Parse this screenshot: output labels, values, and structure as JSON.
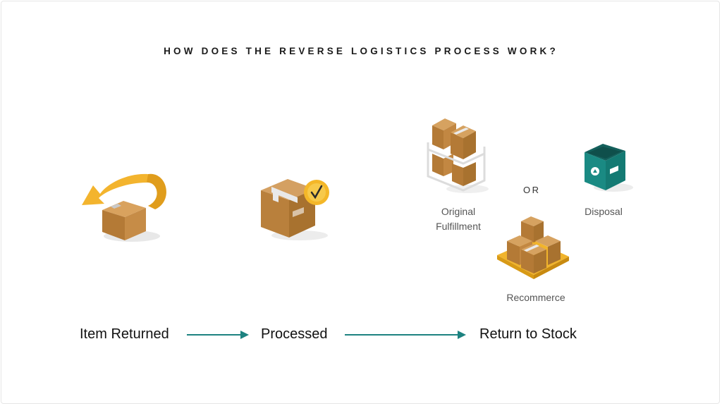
{
  "title": "HOW DOES THE REVERSE LOGISTICS PROCESS WORK?",
  "colors": {
    "accent": "#1d8280",
    "box": "#c08a45",
    "arrow_yellow": "#f2b42a",
    "disposal": "#1a8a83",
    "text": "#111111"
  },
  "steps": [
    {
      "label": "Item Returned",
      "icon": "returned-box-icon"
    },
    {
      "label": "Processed",
      "icon": "processed-box-check-icon"
    },
    {
      "label": "Return to Stock",
      "icon": "stock-options"
    }
  ],
  "options": {
    "original": {
      "label_line1": "Original",
      "label_line2": "Fulfillment",
      "icon": "shelf-boxes-icon"
    },
    "or_label": "OR",
    "disposal": {
      "label": "Disposal",
      "icon": "recycle-bin-icon"
    },
    "recommerce": {
      "label": "Recommerce",
      "icon": "pallet-boxes-icon"
    }
  }
}
